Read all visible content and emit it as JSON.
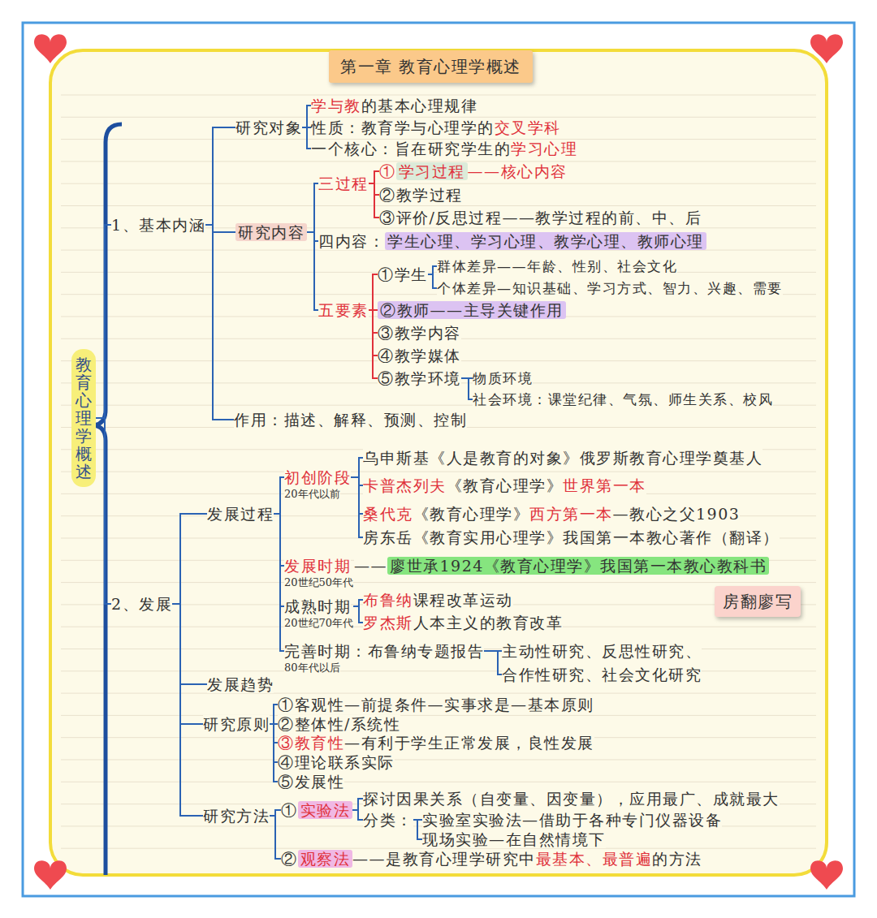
{
  "diagram": {
    "title": "第一章 教育心理学概述",
    "nodes": [
      {
        "text": [
          "教育心理学概述"
        ]
      },
      {
        "text": [
          "1、基本内涵"
        ]
      },
      {
        "text": [
          "研究对象"
        ]
      },
      {
        "text": [
          "学与教",
          "的基本心理规律"
        ]
      },
      {
        "text": [
          "性质：教育学与心理学的",
          "交叉学科"
        ]
      },
      {
        "text": [
          "一个核心：旨在研究学生的",
          "学习心理"
        ]
      },
      {
        "text": [
          "研究内容"
        ]
      },
      {
        "text": [
          "三过程"
        ]
      },
      {
        "text": [
          "①",
          "学习过程",
          "——核心内容"
        ]
      },
      {
        "text": [
          "②教学过程"
        ]
      },
      {
        "text": [
          "③评价/反思过程——教学过程的前、中、后"
        ]
      },
      {
        "text": [
          "四内容：",
          "学生心理、学习心理、教学心理、教师心理"
        ]
      },
      {
        "text": [
          "五要素"
        ]
      },
      {
        "text": [
          "①学生"
        ]
      },
      {
        "text": [
          "群体差异——年龄、性别、社会文化"
        ]
      },
      {
        "text": [
          "个体差异—知识基础、学习方式、智力、兴趣、需要"
        ]
      },
      {
        "text": [
          "②教师——主导关键作用"
        ]
      },
      {
        "text": [
          "③教学内容"
        ]
      },
      {
        "text": [
          "④教学媒体"
        ]
      },
      {
        "text": [
          "⑤教学环境"
        ]
      },
      {
        "text": [
          "物质环境"
        ]
      },
      {
        "text": [
          "社会环境：课堂纪律、气氛、师生关系、校风"
        ]
      },
      {
        "text": [
          "作用：描述、解释、预测、控制"
        ]
      },
      {
        "text": [
          "2、发展"
        ]
      },
      {
        "text": [
          "发展过程"
        ]
      },
      {
        "text": [
          "初创阶段",
          "20年代以前"
        ]
      },
      {
        "text": [
          "乌申斯基《人是教育的对象》俄罗斯教育心理学奠基人"
        ]
      },
      {
        "text": [
          "卡普杰列夫",
          "《教育心理学》",
          "世界第一本"
        ]
      },
      {
        "text": [
          "桑代克",
          "《教育心理学》",
          "西方第一本",
          "—教心之父1903"
        ]
      },
      {
        "text": [
          "房东岳《教育实用心理学》我国第一本教心著作（翻译）"
        ]
      },
      {
        "text": [
          "发展时期",
          "20世纪50年代"
        ]
      },
      {
        "text": [
          "——",
          "廖世承1924《教育心理学》我国第一本教心教科书"
        ]
      },
      {
        "text": [
          "成熟时期",
          "20世纪70年代"
        ]
      },
      {
        "text": [
          "布鲁纳",
          "课程改革运动"
        ]
      },
      {
        "text": [
          "罗杰斯",
          "人本主义的教育改革"
        ]
      },
      {
        "text": [
          "完善时期：布鲁纳专题报告",
          "80年代以后"
        ]
      },
      {
        "text": [
          "主动性研究、反思性研究、"
        ]
      },
      {
        "text": [
          "合作性研究、社会文化研究"
        ]
      },
      {
        "text": [
          "发展趋势"
        ]
      },
      {
        "text": [
          "研究原则"
        ]
      },
      {
        "text": [
          "①客观性—前提条件—实事求是—基本原则"
        ]
      },
      {
        "text": [
          "②整体性/系统性"
        ]
      },
      {
        "text": [
          "③教育性",
          "—有利于学生正常发展，良性发展"
        ]
      },
      {
        "text": [
          "④理论联系实际"
        ]
      },
      {
        "text": [
          "⑤发展性"
        ]
      },
      {
        "text": [
          "研究方法"
        ]
      },
      {
        "text": [
          "①",
          "实验法"
        ]
      },
      {
        "text": [
          "探讨因果关系（自变量、因变量），应用最广、成就最大"
        ]
      },
      {
        "text": [
          "分类："
        ]
      },
      {
        "text": [
          "实验室实验法—借助于各种专门仪器设备"
        ]
      },
      {
        "text": [
          "现场实验—在自然情境下"
        ]
      },
      {
        "text": [
          "②",
          "观察法",
          "——是教育心理学研究中",
          "最基本、最普遍",
          "的方法"
        ]
      },
      {
        "text": [
          "房翻廖写"
        ]
      }
    ],
    "edges": [
      {
        "from": 0,
        "to": 1,
        "arrow": "none"
      },
      {
        "from": 0,
        "to": 23,
        "arrow": "none"
      },
      {
        "from": 1,
        "to": 2,
        "arrow": "none"
      },
      {
        "from": 1,
        "to": 6,
        "arrow": "none"
      },
      {
        "from": 1,
        "to": 22,
        "arrow": "none"
      },
      {
        "from": 2,
        "to": 3,
        "arrow": "none"
      },
      {
        "from": 2,
        "to": 4,
        "arrow": "none"
      },
      {
        "from": 2,
        "to": 5,
        "arrow": "none"
      },
      {
        "from": 6,
        "to": 7,
        "arrow": "none"
      },
      {
        "from": 6,
        "to": 11,
        "arrow": "none"
      },
      {
        "from": 6,
        "to": 12,
        "arrow": "none"
      },
      {
        "from": 7,
        "to": 8,
        "arrow": "none"
      },
      {
        "from": 7,
        "to": 9,
        "arrow": "none"
      },
      {
        "from": 7,
        "to": 10,
        "arrow": "none"
      },
      {
        "from": 12,
        "to": 13,
        "arrow": "none"
      },
      {
        "from": 12,
        "to": 16,
        "arrow": "none"
      },
      {
        "from": 12,
        "to": 17,
        "arrow": "none"
      },
      {
        "from": 12,
        "to": 18,
        "arrow": "none"
      },
      {
        "from": 12,
        "to": 19,
        "arrow": "none"
      },
      {
        "from": 13,
        "to": 14,
        "arrow": "none"
      },
      {
        "from": 13,
        "to": 15,
        "arrow": "none"
      },
      {
        "from": 19,
        "to": 20,
        "arrow": "none"
      },
      {
        "from": 19,
        "to": 21,
        "arrow": "none"
      },
      {
        "from": 23,
        "to": 24,
        "arrow": "none"
      },
      {
        "from": 23,
        "to": 38,
        "arrow": "none"
      },
      {
        "from": 23,
        "to": 39,
        "arrow": "none"
      },
      {
        "from": 23,
        "to": 45,
        "arrow": "none"
      },
      {
        "from": 24,
        "to": 25,
        "arrow": "none"
      },
      {
        "from": 24,
        "to": 30,
        "arrow": "none"
      },
      {
        "from": 24,
        "to": 32,
        "arrow": "none"
      },
      {
        "from": 24,
        "to": 35,
        "arrow": "none"
      },
      {
        "from": 25,
        "to": 26,
        "arrow": "none"
      },
      {
        "from": 25,
        "to": 27,
        "arrow": "none"
      },
      {
        "from": 25,
        "to": 28,
        "arrow": "none"
      },
      {
        "from": 25,
        "to": 29,
        "arrow": "none"
      },
      {
        "from": 32,
        "to": 33,
        "arrow": "none"
      },
      {
        "from": 32,
        "to": 34,
        "arrow": "none"
      },
      {
        "from": 35,
        "to": 36,
        "arrow": "none"
      },
      {
        "from": 35,
        "to": 37,
        "arrow": "none"
      },
      {
        "from": 39,
        "to": 40,
        "arrow": "none"
      },
      {
        "from": 39,
        "to": 41,
        "arrow": "none"
      },
      {
        "from": 39,
        "to": 42,
        "arrow": "none"
      },
      {
        "from": 39,
        "to": 43,
        "arrow": "none"
      },
      {
        "from": 39,
        "to": 44,
        "arrow": "none"
      },
      {
        "from": 45,
        "to": 46,
        "arrow": "none"
      },
      {
        "from": 45,
        "to": 51,
        "arrow": "none"
      },
      {
        "from": 46,
        "to": 47,
        "arrow": "none"
      },
      {
        "from": 46,
        "to": 48,
        "arrow": "none"
      },
      {
        "from": 48,
        "to": 49,
        "arrow": "none"
      },
      {
        "from": 48,
        "to": 50,
        "arrow": "none"
      }
    ]
  }
}
